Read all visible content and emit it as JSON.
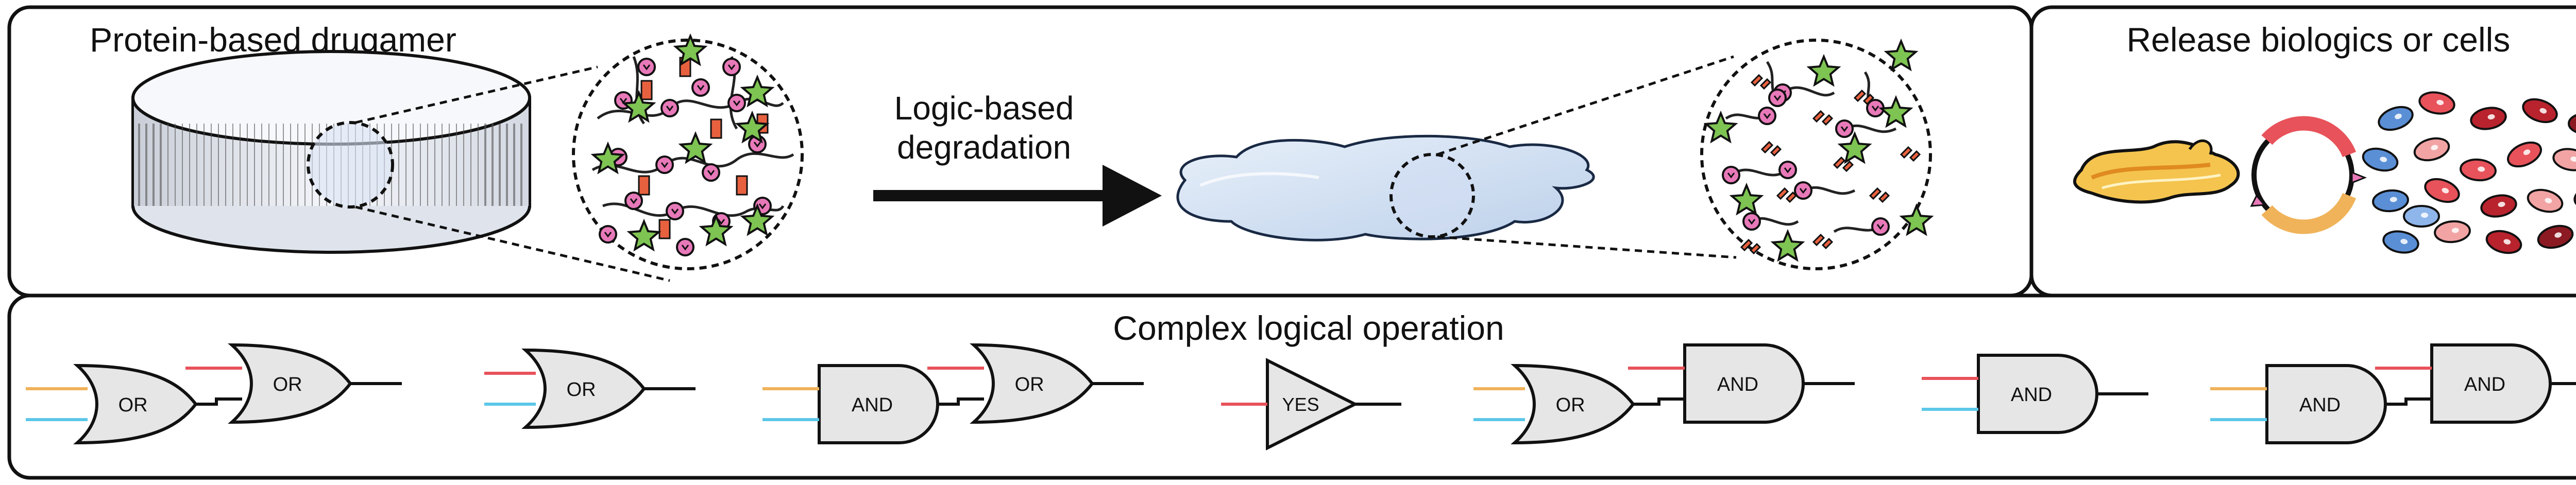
{
  "panels": {
    "top_left_title": "Protein-based drugamer",
    "arrow_label_line1": "Logic-based",
    "arrow_label_line2": "degradation",
    "top_right_title": "Release biologics or cells",
    "bottom_title": "Complex logical operation"
  },
  "gates": {
    "or": "OR",
    "and": "AND",
    "yes": "YES"
  },
  "colors": {
    "input_orange": "#f0b35a",
    "input_red": "#e8525a",
    "input_blue": "#5bc7e8",
    "crosslinker_red": "#e8613f",
    "node_pink": "#e879b9",
    "star_green": "#7ec452",
    "gel_blue": "#d6e4f4",
    "gate_fill": "#e6e6e6"
  }
}
